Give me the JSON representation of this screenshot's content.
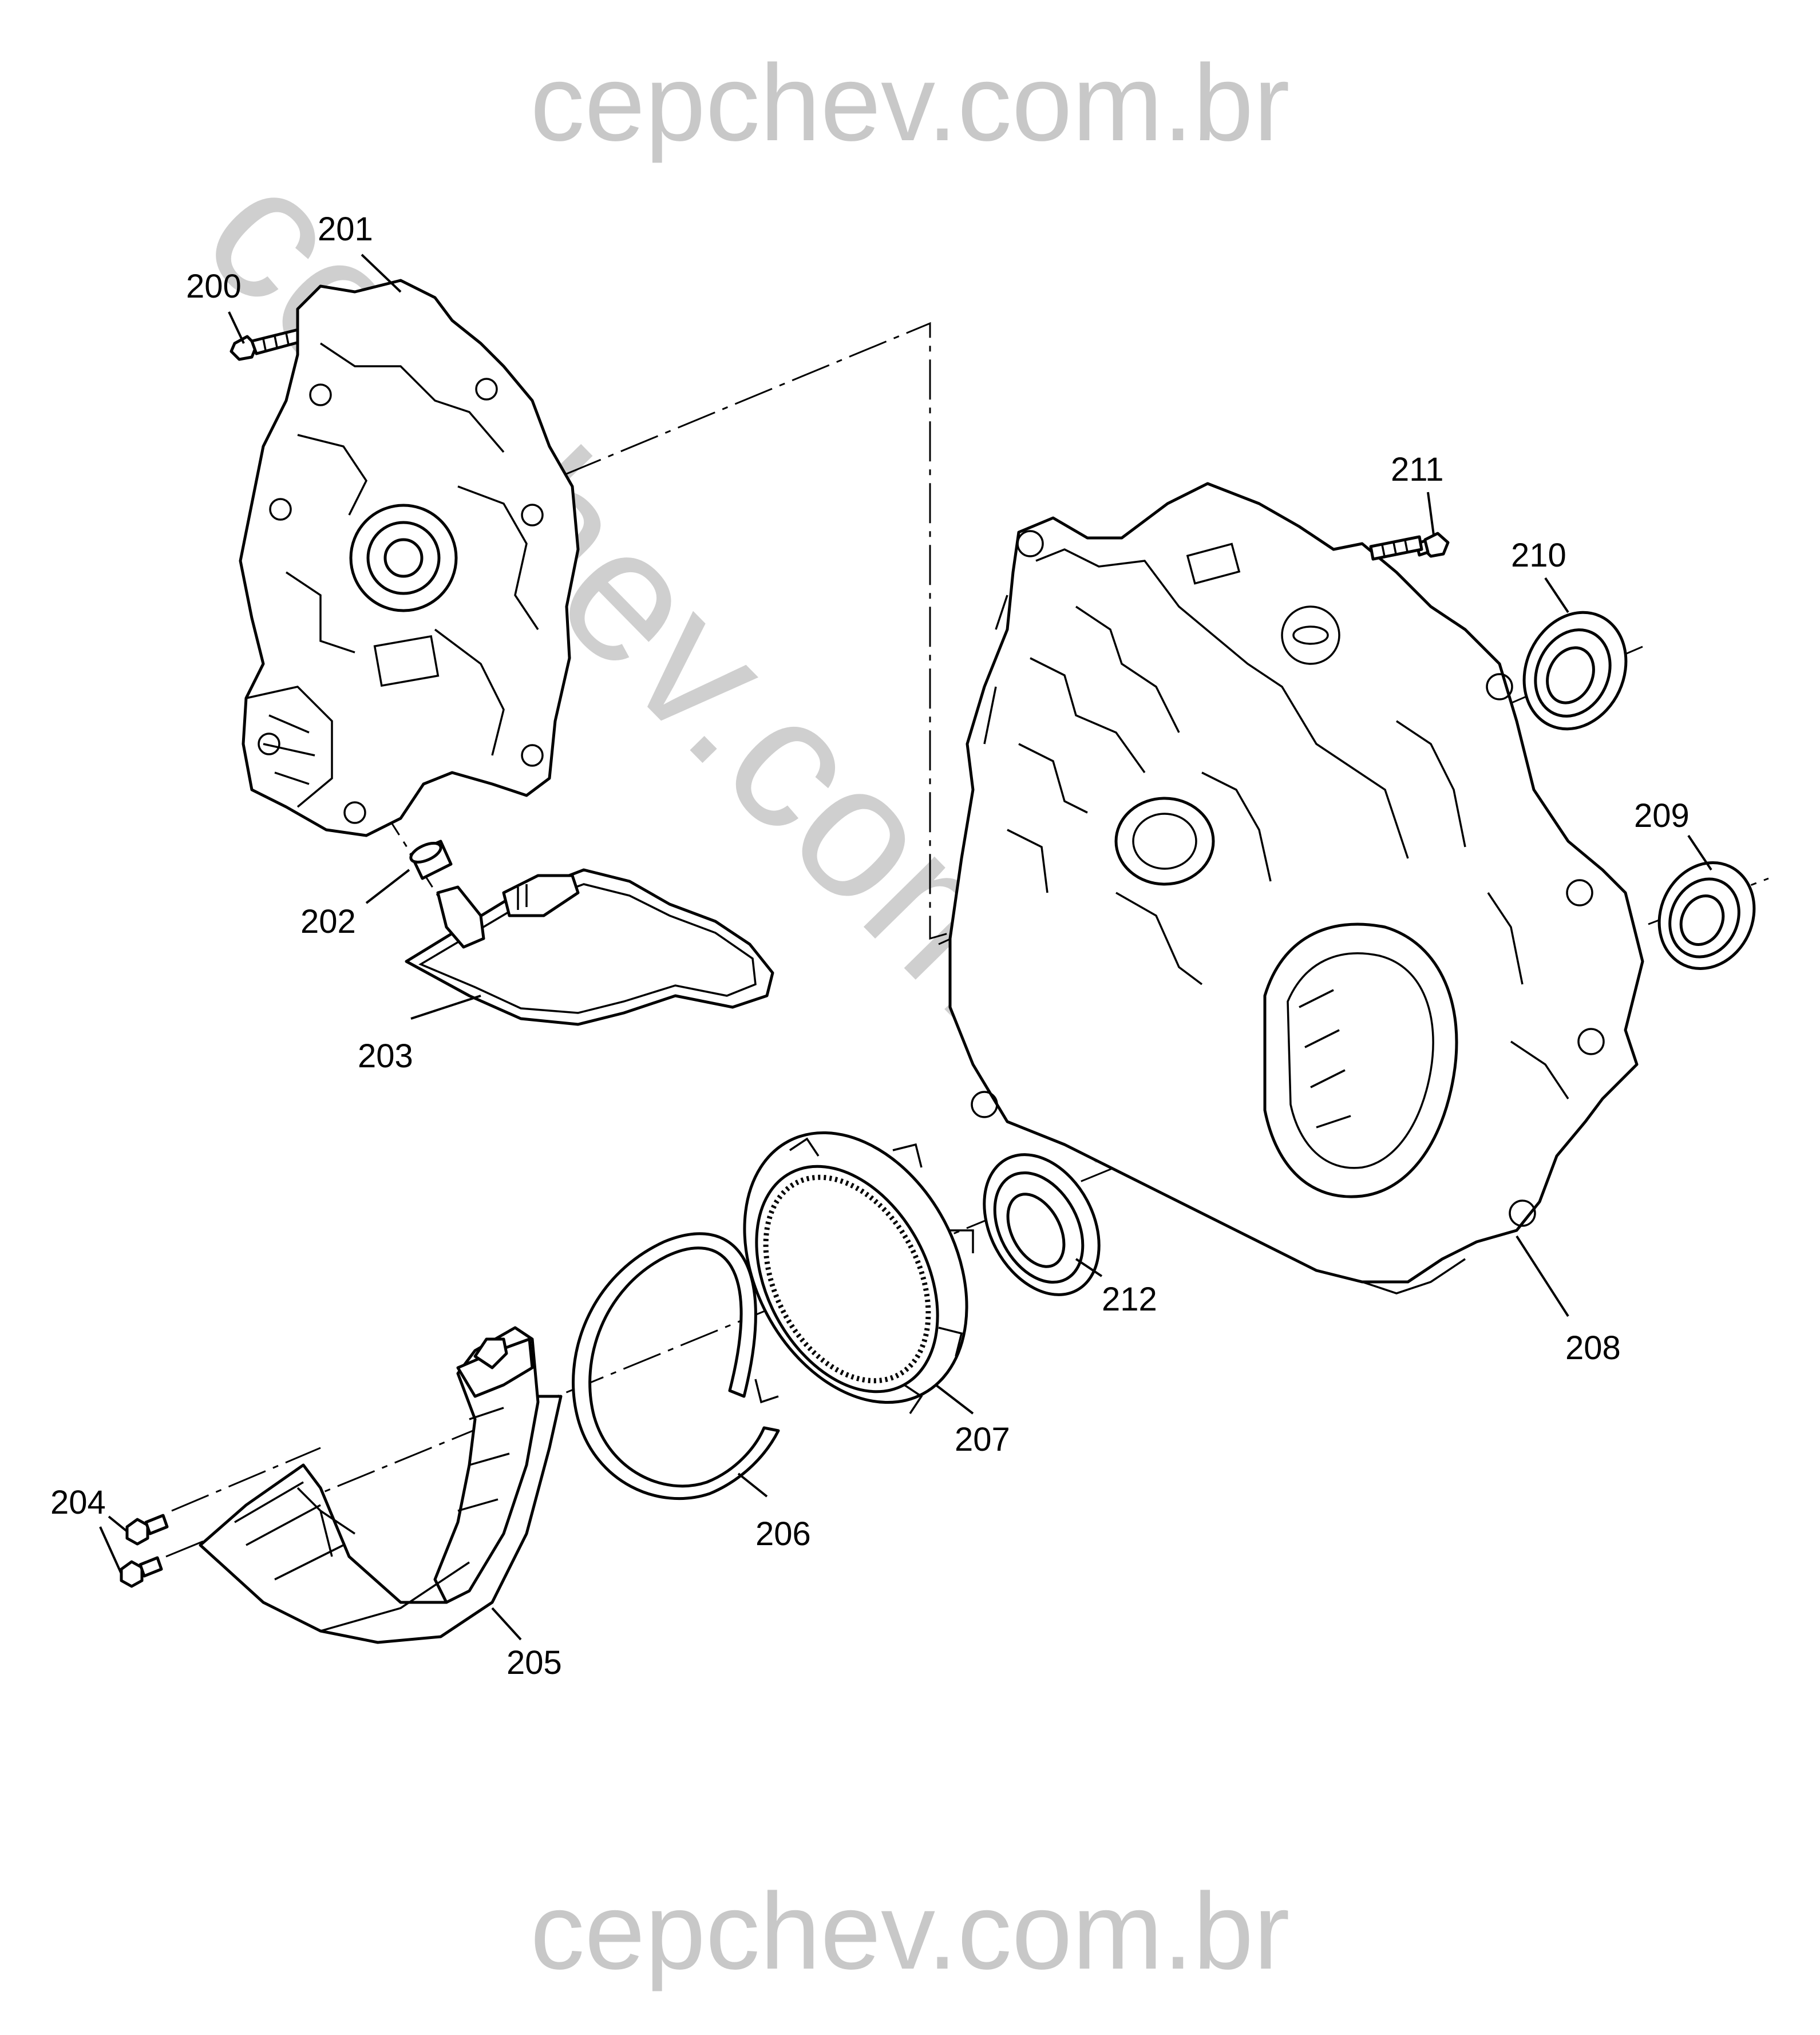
{
  "watermark": {
    "top": "cepchev.com.br",
    "bottom": "cepchev.com.br",
    "diagonal": "cepchev.com.br"
  },
  "callouts": {
    "c200": "200",
    "c201": "201",
    "c202": "202",
    "c203": "203",
    "c204": "204",
    "c205": "205",
    "c206": "206",
    "c207": "207",
    "c208": "208",
    "c209": "209",
    "c210": "210",
    "c211": "211",
    "c212": "212"
  }
}
